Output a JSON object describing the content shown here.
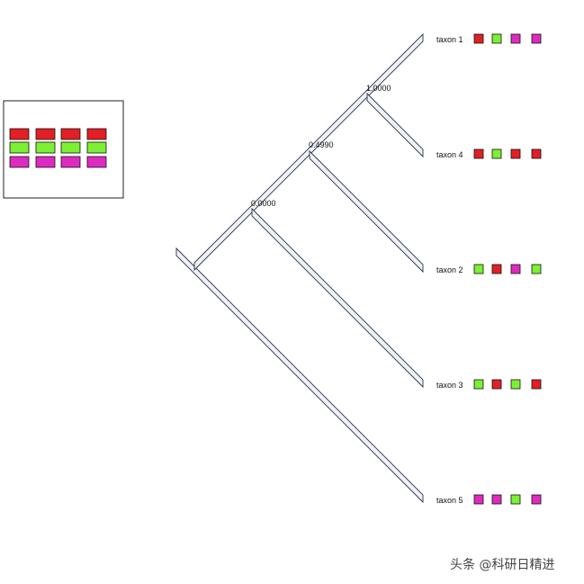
{
  "colors": {
    "red": "#e21f26",
    "green": "#7cf032",
    "magenta": "#dd2bc0",
    "branch_fill": "#eef1f6",
    "branch_stroke": "#2a3345"
  },
  "legend": {
    "rows": [
      "red",
      "green",
      "magenta"
    ],
    "columns": 4
  },
  "nodes": [
    {
      "id": "n0",
      "label": "0.0000"
    },
    {
      "id": "n1",
      "label": "0.4990"
    },
    {
      "id": "n2",
      "label": "1.0000"
    }
  ],
  "taxa": [
    {
      "label": "taxon 1",
      "traits": [
        "red",
        "green",
        "magenta",
        "magenta"
      ]
    },
    {
      "label": "taxon 4",
      "traits": [
        "red",
        "green",
        "red",
        "red"
      ]
    },
    {
      "label": "taxon 2",
      "traits": [
        "green",
        "red",
        "magenta",
        "green"
      ]
    },
    {
      "label": "taxon 3",
      "traits": [
        "green",
        "red",
        "green",
        "red"
      ]
    },
    {
      "label": "taxon 5",
      "traits": [
        "magenta",
        "magenta",
        "green",
        "magenta"
      ]
    }
  ],
  "watermark": "头条 @科研日精进"
}
